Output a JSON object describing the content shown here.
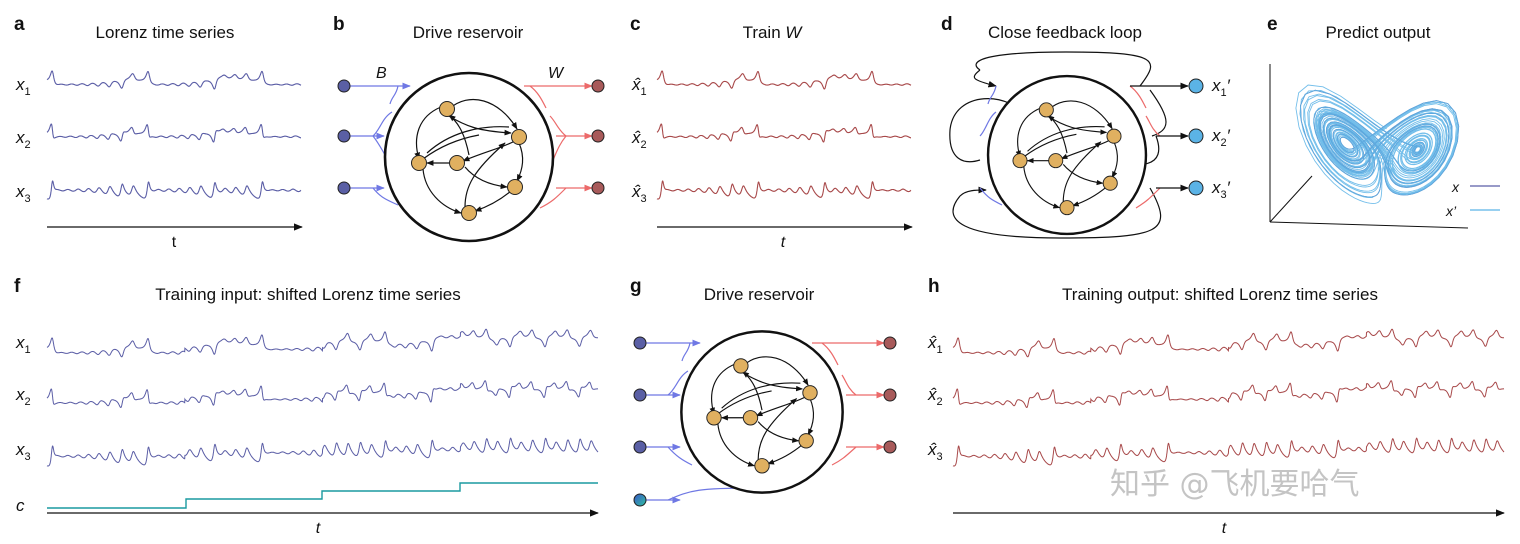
{
  "colors": {
    "blue_series": "#5b5ea6",
    "red_series": "#a8494a",
    "input_node": "#5a5fa5",
    "output_node": "#a85a5a",
    "reservoir_node": "#e0b060",
    "predict_node": "#5bb3e6",
    "blue_arrow": "#6f78e4",
    "red_arrow": "#ec6a6a",
    "attractor_x": "#5b5ea6",
    "attractor_xprime": "#5ab3e6",
    "context": "#1a9aa0",
    "watermark": "#c4c4c4"
  },
  "panels": {
    "a": {
      "letter": "a",
      "title": "Lorenz time series",
      "vars": [
        "x",
        "x",
        "x"
      ],
      "subs": [
        "1",
        "2",
        "3"
      ],
      "axis": "t"
    },
    "b": {
      "letter": "b",
      "title": "Drive reservoir",
      "in_label": "B",
      "out_label": "W"
    },
    "c": {
      "letter": "c",
      "title_prefix": "Train ",
      "title_var": "W",
      "vars": [
        "x̂",
        "x̂",
        "x̂"
      ],
      "subs": [
        "1",
        "2",
        "3"
      ],
      "axis": "t"
    },
    "d": {
      "letter": "d",
      "title": "Close feedback loop",
      "outputs": [
        "x",
        "x",
        "x"
      ],
      "subs": [
        "1",
        "2",
        "3"
      ],
      "prime": "′"
    },
    "e": {
      "letter": "e",
      "title": "Predict output",
      "legend": [
        {
          "label": "x",
          "color": "#5b5ea6"
        },
        {
          "label": "x’",
          "color": "#5ab3e6"
        }
      ]
    },
    "f": {
      "letter": "f",
      "title": "Training input: shifted Lorenz time series",
      "vars": [
        "x",
        "x",
        "x"
      ],
      "subs": [
        "1",
        "2",
        "3"
      ],
      "context_label": "c",
      "axis": "t"
    },
    "g": {
      "letter": "g",
      "title": "Drive reservoir"
    },
    "h": {
      "letter": "h",
      "title": "Training output: shifted Lorenz time series",
      "vars": [
        "x̂",
        "x̂",
        "x̂"
      ],
      "subs": [
        "1",
        "2",
        "3"
      ],
      "axis": "t"
    }
  },
  "watermark": "知乎 @飞机要哈气"
}
